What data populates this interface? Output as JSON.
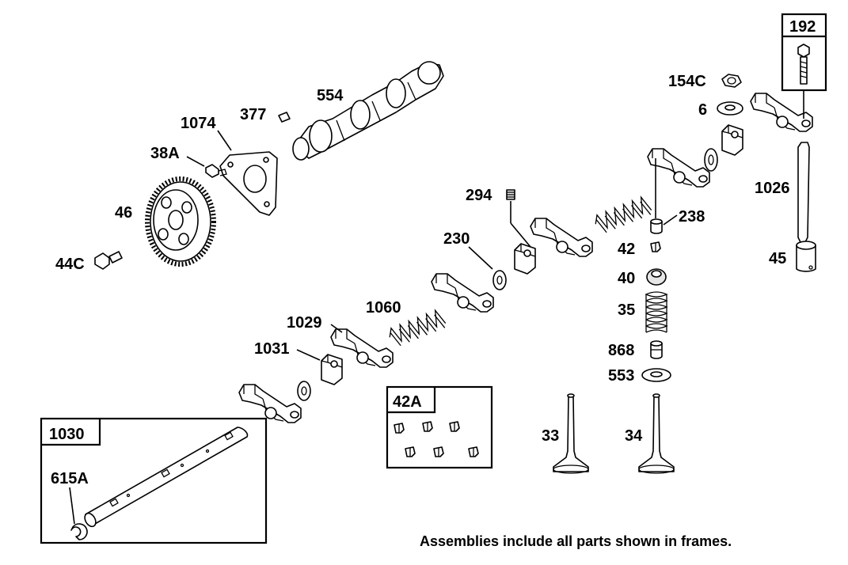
{
  "labels": {
    "p554": "554",
    "p377": "377",
    "p1074": "1074",
    "p38a": "38A",
    "p46": "46",
    "p44c": "44C",
    "p192": "192",
    "p154c": "154C",
    "p6": "6",
    "p1026": "1026",
    "p45": "45",
    "p294": "294",
    "p238": "238",
    "p230": "230",
    "p42": "42",
    "p40": "40",
    "p35": "35",
    "p1060": "1060",
    "p1029": "1029",
    "p1031": "1031",
    "p868": "868",
    "p553": "553",
    "p42a": "42A",
    "p33": "33",
    "p34": "34",
    "p1030": "1030",
    "p615a": "615A"
  },
  "footer_note": "Assemblies include all parts shown in frames."
}
